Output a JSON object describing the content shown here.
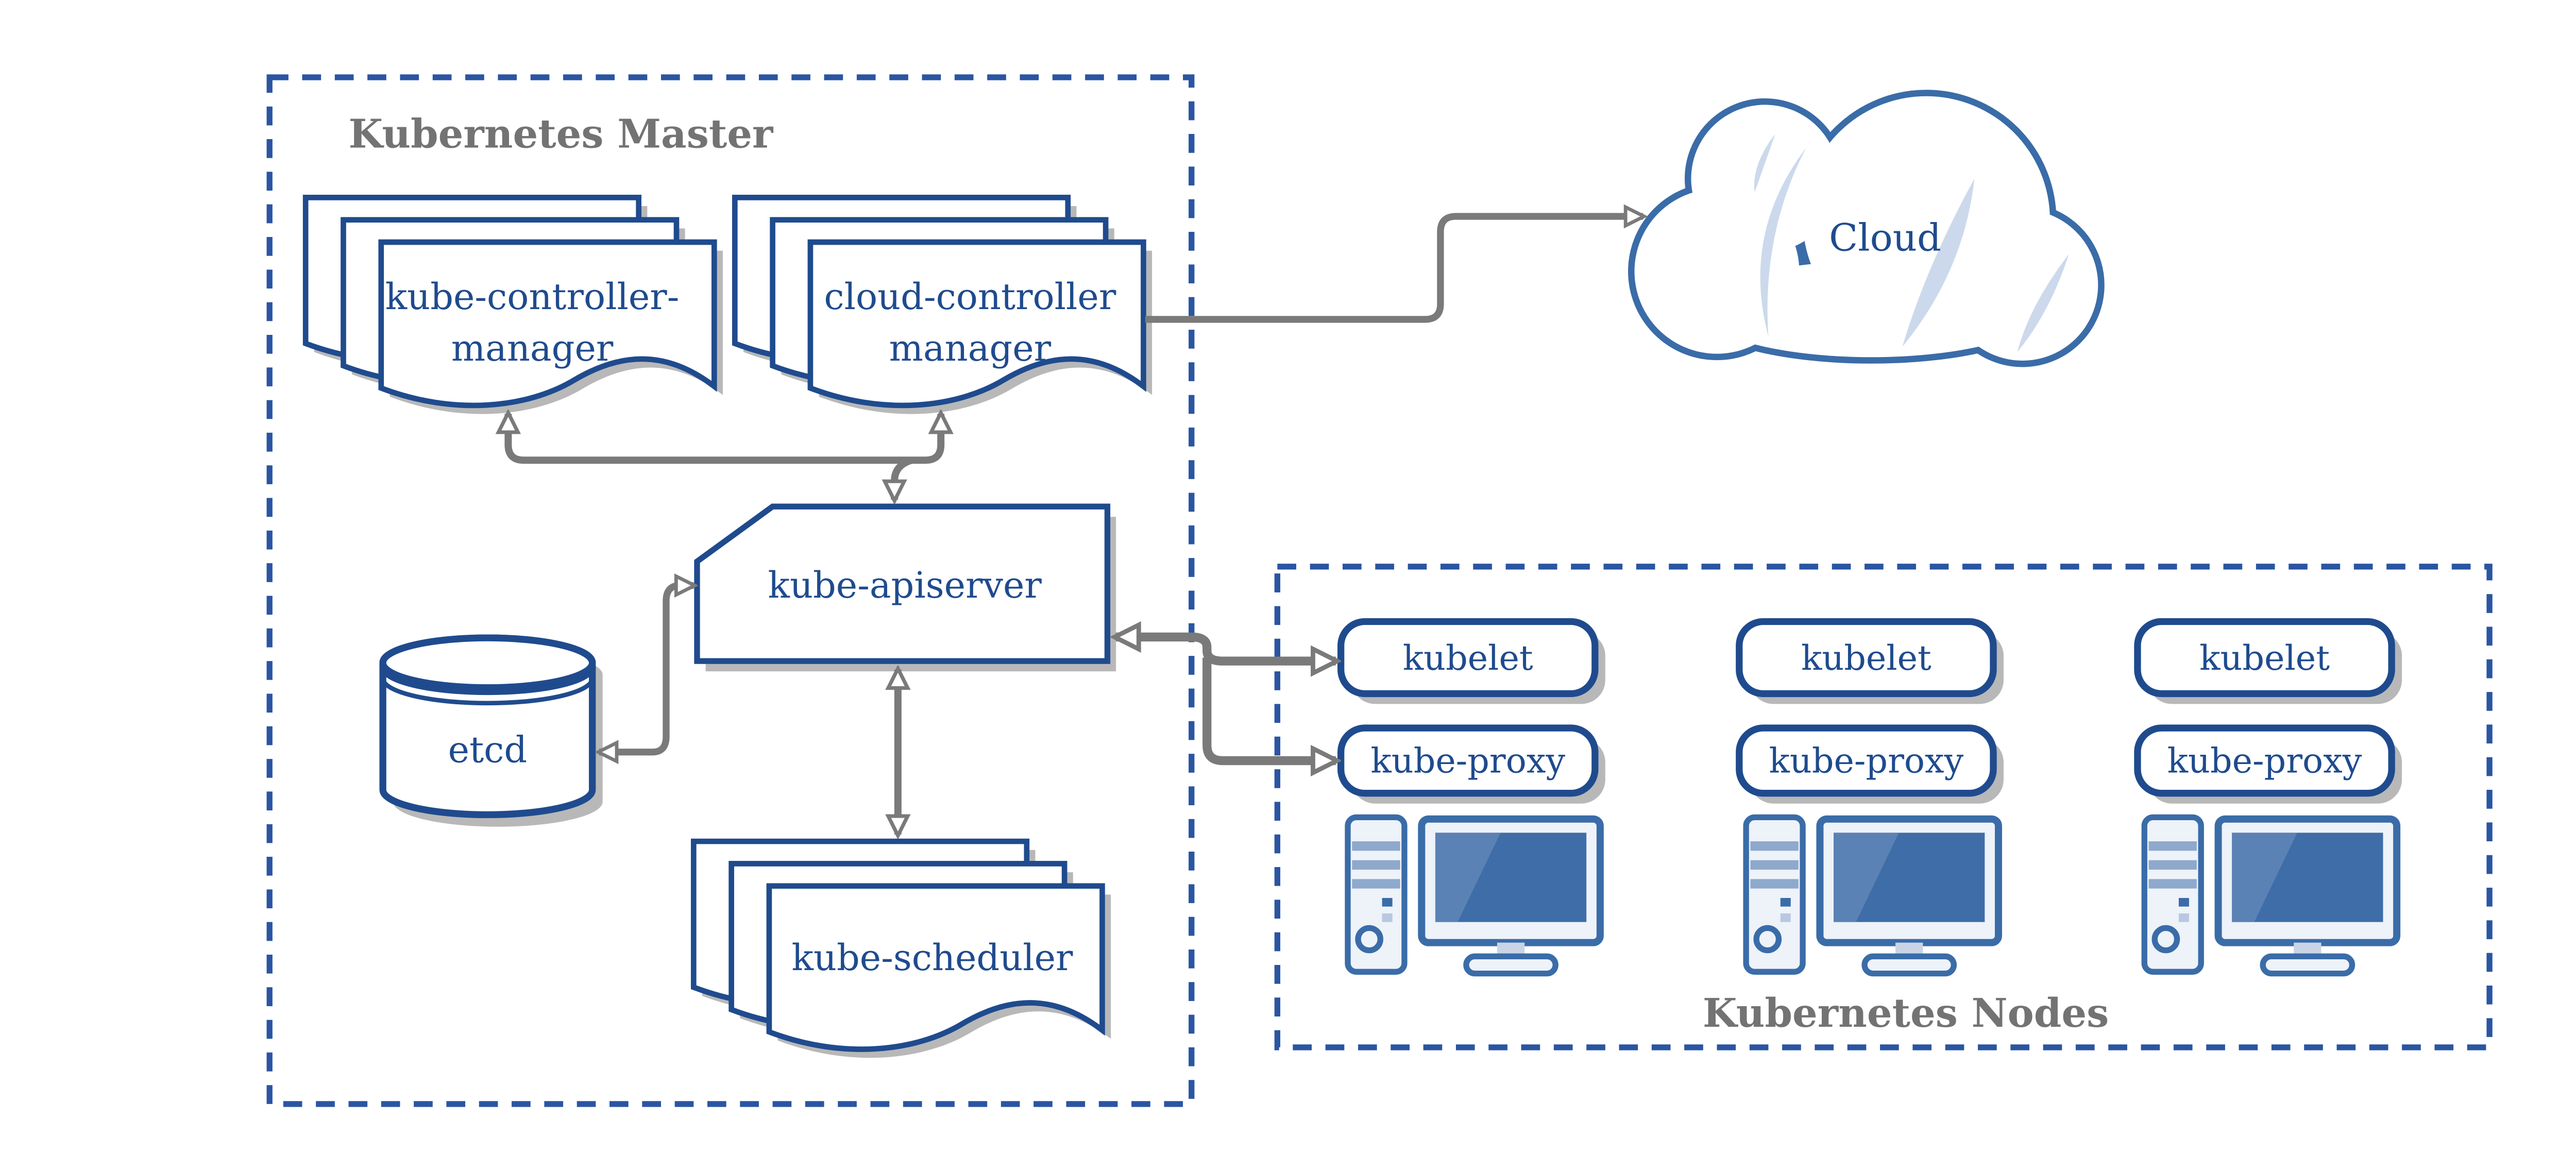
{
  "colors": {
    "box_outline": "#1f4b8e",
    "dashed_border": "#2a55a2",
    "label_text": "#1f4b8e",
    "section_title_gray": "#737373",
    "arrow_gray": "#7a7a7a",
    "shadow_gray": "#b8b8b8",
    "cloud_outline": "#3a6ca8",
    "cloud_highlight": "#ccd9ec",
    "device_fill": "#eef2f9",
    "device_accent": "#8ea9cc",
    "screen_blue": "#3e6da8",
    "screen_highlight": "#5b82b4"
  },
  "icons": {
    "cloud": "cloud-icon",
    "database": "database-cylinder-icon",
    "document_stack": "document-stack-icon",
    "computer": "computer-workstation-icon"
  },
  "master": {
    "title": "Kubernetes Master",
    "kube_controller_manager_line1": "kube-controller-",
    "kube_controller_manager_line2": "manager",
    "cloud_controller_manager_line1": "cloud-controller",
    "cloud_controller_manager_line2": "manager",
    "kube_apiserver": "kube-apiserver",
    "etcd": "etcd",
    "kube_scheduler": "kube-scheduler"
  },
  "cloud": {
    "label": "Cloud"
  },
  "nodes": {
    "title": "Kubernetes Nodes",
    "items": [
      {
        "kubelet": "kubelet",
        "kube_proxy": "kube-proxy"
      },
      {
        "kubelet": "kubelet",
        "kube_proxy": "kube-proxy"
      },
      {
        "kubelet": "kubelet",
        "kube_proxy": "kube-proxy"
      }
    ]
  }
}
